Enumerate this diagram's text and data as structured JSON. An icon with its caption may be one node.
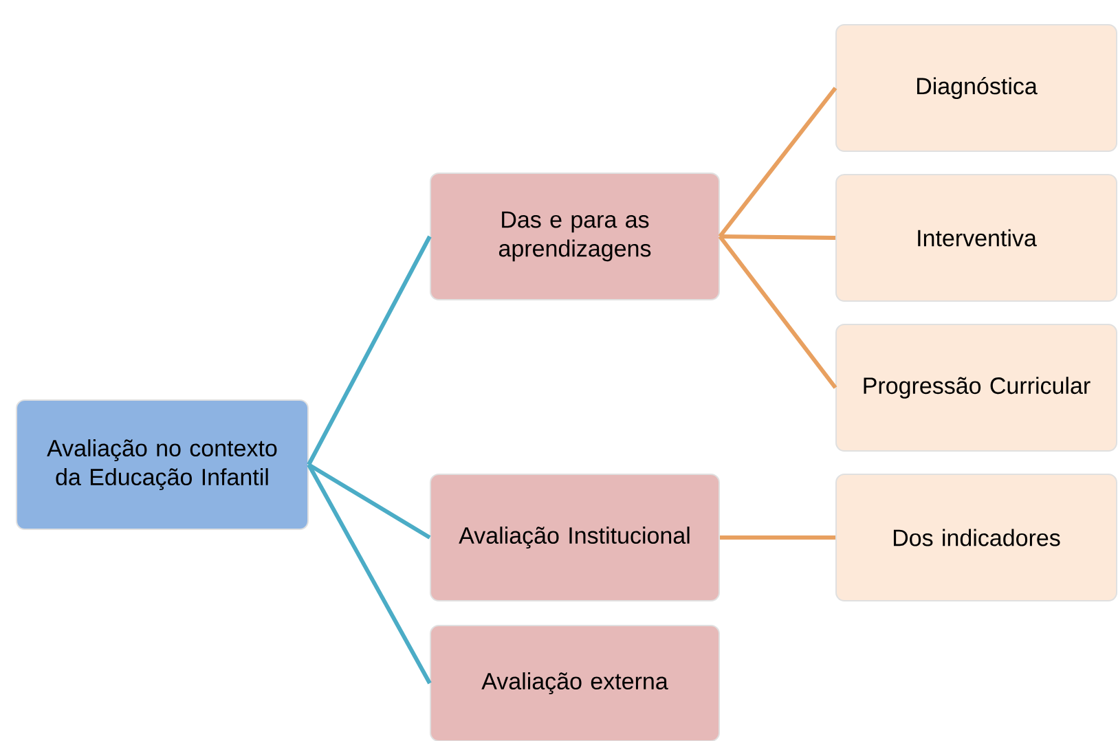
{
  "diagram": {
    "nodes": [
      {
        "text": [
          "Avaliação no contexto da Educação Infantil"
        ]
      },
      {
        "text": [
          "Das e para as aprendizagens"
        ]
      },
      {
        "text": [
          "Diagnóstica"
        ]
      },
      {
        "text": [
          "Interventiva"
        ]
      },
      {
        "text": [
          "Progressão Curricular"
        ]
      },
      {
        "text": [
          "Avaliação Institucional"
        ]
      },
      {
        "text": [
          "Dos indicadores"
        ]
      },
      {
        "text": [
          "Avaliação externa"
        ]
      }
    ],
    "edges": [
      {
        "from": 0,
        "to": 1,
        "arrow": "none",
        "color": "#4bacc6"
      },
      {
        "from": 0,
        "to": 5,
        "arrow": "none",
        "color": "#4bacc6"
      },
      {
        "from": 0,
        "to": 7,
        "arrow": "none",
        "color": "#4bacc6"
      },
      {
        "from": 1,
        "to": 2,
        "arrow": "none"
      },
      {
        "from": 1,
        "to": 3,
        "arrow": "none"
      },
      {
        "from": 1,
        "to": 4,
        "arrow": "none"
      },
      {
        "from": 5,
        "to": 6,
        "arrow": "none"
      }
    ]
  }
}
